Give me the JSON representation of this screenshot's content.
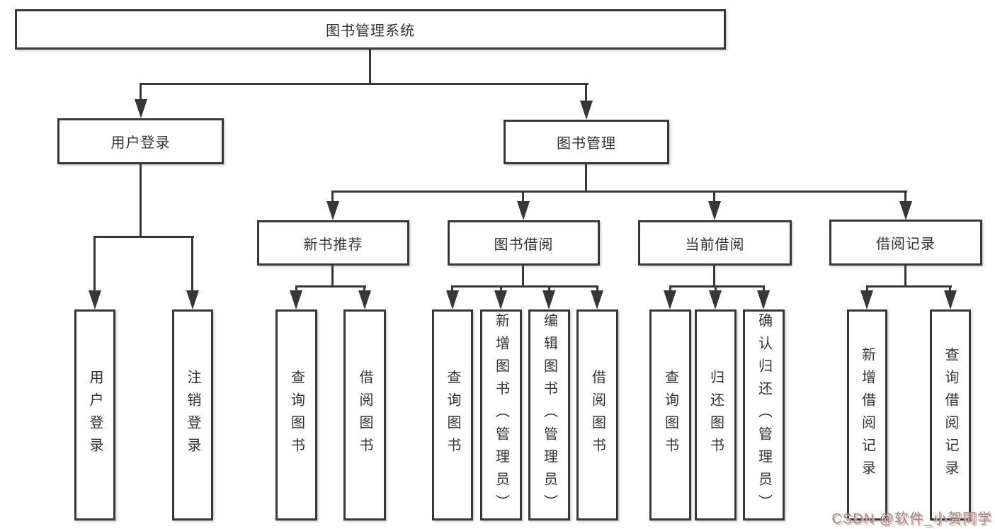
{
  "diagram": {
    "root": {
      "label": "图书管理系统"
    },
    "branches": [
      {
        "label": "用户登录",
        "children": [
          "用户登录",
          "注销登录"
        ]
      },
      {
        "label": "图书管理",
        "modules": [
          {
            "label": "新书推荐",
            "children": [
              "查询图书",
              "借阅图书"
            ]
          },
          {
            "label": "图书借阅",
            "children": [
              "查询图书",
              "新增图书（管理员）",
              "编辑图书（管理员）",
              "借阅图书"
            ]
          },
          {
            "label": "当前借阅",
            "children": [
              "查询图书",
              "归还图书",
              "确认归还（管理员）"
            ]
          },
          {
            "label": "借阅记录",
            "children": [
              "新增借阅记录",
              "查询借阅记录"
            ]
          }
        ]
      }
    ]
  },
  "watermark": {
    "text": "CSDN @软件_小贺同学"
  },
  "colors": {
    "line": "#373737",
    "box_border": "#373737",
    "box_background": "#ffffff",
    "text": "#333333",
    "page_background": "#ffffff",
    "watermark_text": "#8f8f8f",
    "watermark_shadow": "#f0b0aa"
  }
}
